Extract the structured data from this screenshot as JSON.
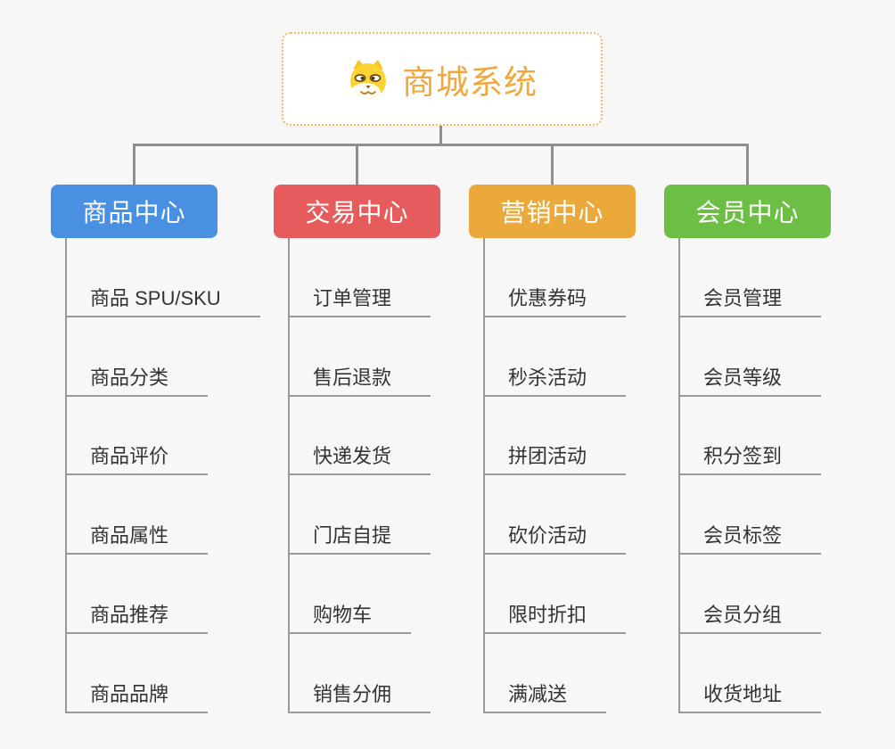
{
  "root": {
    "title": "商城系统",
    "icon": "dog-face-icon",
    "title_color": "#f0a73c",
    "border_color": "#f3bb64"
  },
  "connector_color": "#8e8e8e",
  "branches": [
    {
      "label": "商品中心",
      "color": "#4a90e2",
      "children": [
        "商品 SPU/SKU",
        "商品分类",
        "商品评价",
        "商品属性",
        "商品推荐",
        "商品品牌"
      ]
    },
    {
      "label": "交易中心",
      "color": "#e65c5c",
      "children": [
        "订单管理",
        "售后退款",
        "快递发货",
        "门店自提",
        "购物车",
        "销售分佣"
      ]
    },
    {
      "label": "营销中心",
      "color": "#eba93c",
      "children": [
        "优惠券码",
        "秒杀活动",
        "拼团活动",
        "砍价活动",
        "限时折扣",
        "满减送"
      ]
    },
    {
      "label": "会员中心",
      "color": "#6dbe45",
      "children": [
        "会员管理",
        "会员等级",
        "积分签到",
        "会员标签",
        "会员分组",
        "收货地址"
      ]
    }
  ]
}
